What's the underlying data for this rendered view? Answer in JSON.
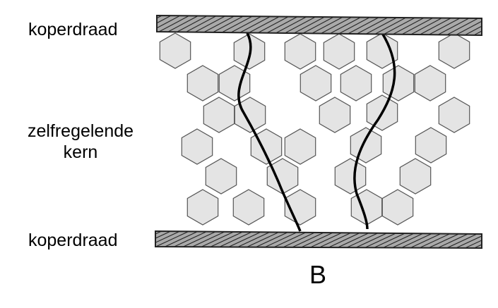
{
  "labels": {
    "top_wire": "koperdraad",
    "core_line1": "zelfregelende",
    "core_line2": "kern",
    "bottom_wire": "koperdraad",
    "figure_letter": "B"
  },
  "colors": {
    "grain_fill": "#e4e4e4",
    "grain_stroke": "#555555",
    "wire_fill": "#a9a9a9",
    "wire_stroke": "#222222",
    "path_stroke": "#000000"
  }
}
